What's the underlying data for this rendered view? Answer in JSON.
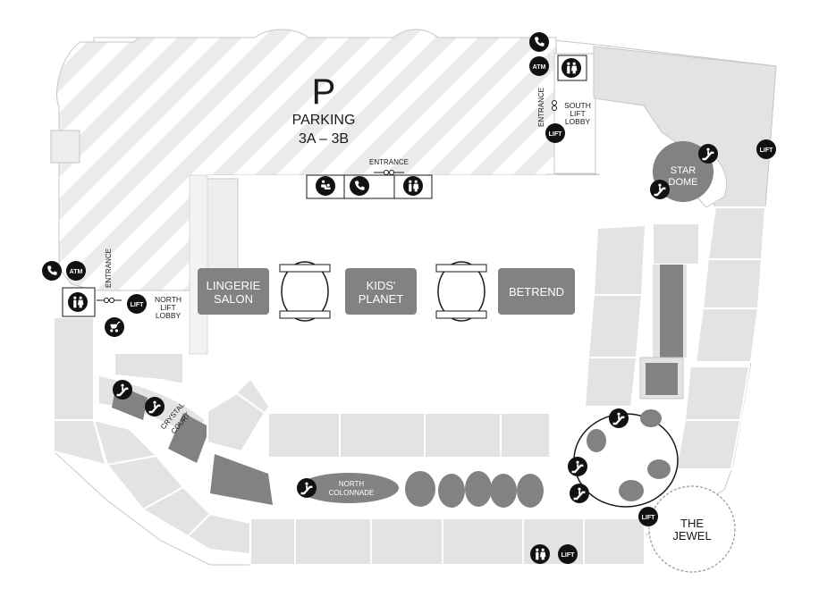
{
  "parking": {
    "symbol": "P",
    "title": "PARKING",
    "levels": "3A – 3B"
  },
  "entrances": {
    "top": "ENTRANCE",
    "left": "ENTRANCE",
    "right": "ENTRANCE"
  },
  "lobbies": {
    "south": [
      "SOUTH",
      "LIFT",
      "LOBBY"
    ],
    "north": [
      "NORTH",
      "LIFT",
      "LOBBY"
    ]
  },
  "stores": {
    "lingerie": [
      "LINGERIE",
      "SALON"
    ],
    "kids": [
      "KIDS'",
      "PLANET"
    ],
    "betrend": "BETREND"
  },
  "areas": {
    "star_dome": [
      "STAR",
      "DOME"
    ],
    "crystal_court": [
      "CRYSTAL",
      "COURT"
    ],
    "north_colonnade": [
      "NORTH",
      "COLONNADE"
    ],
    "the_jewel": [
      "THE",
      "JEWEL"
    ]
  },
  "icon_labels": {
    "atm": "ATM",
    "lift": "LIFT"
  },
  "icons": {
    "phone": "phone-icon",
    "atm": "atm-icon",
    "toilet": "toilet-icon",
    "lift": "lift-icon",
    "escalator": "escalator-icon",
    "nursing": "nursing-room-icon",
    "stroller": "stroller-icon"
  },
  "colors": {
    "unit_light": "#e2e3e4",
    "unit_dark": "#808284",
    "icon_bg": "#111111",
    "parking_stripe": "#e8eaec",
    "outline": "#bfc1c3",
    "text": "#1a1a1a"
  }
}
